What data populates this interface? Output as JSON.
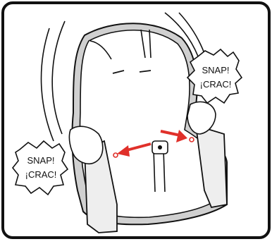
{
  "callouts": {
    "right": {
      "line1": "SNAP!",
      "line2": "¡CRAC!"
    },
    "left": {
      "line1": "SNAP!",
      "line2": "¡CRAC!"
    }
  },
  "colors": {
    "frame": "#111111",
    "arrow": "#e0302a",
    "cushion": "#ffffff",
    "pad": "#eeeeee",
    "shell": "#d0d0d0"
  },
  "icons": [
    "snap-callout",
    "arrow-left",
    "arrow-right",
    "hand-left",
    "hand-right",
    "buckle"
  ]
}
